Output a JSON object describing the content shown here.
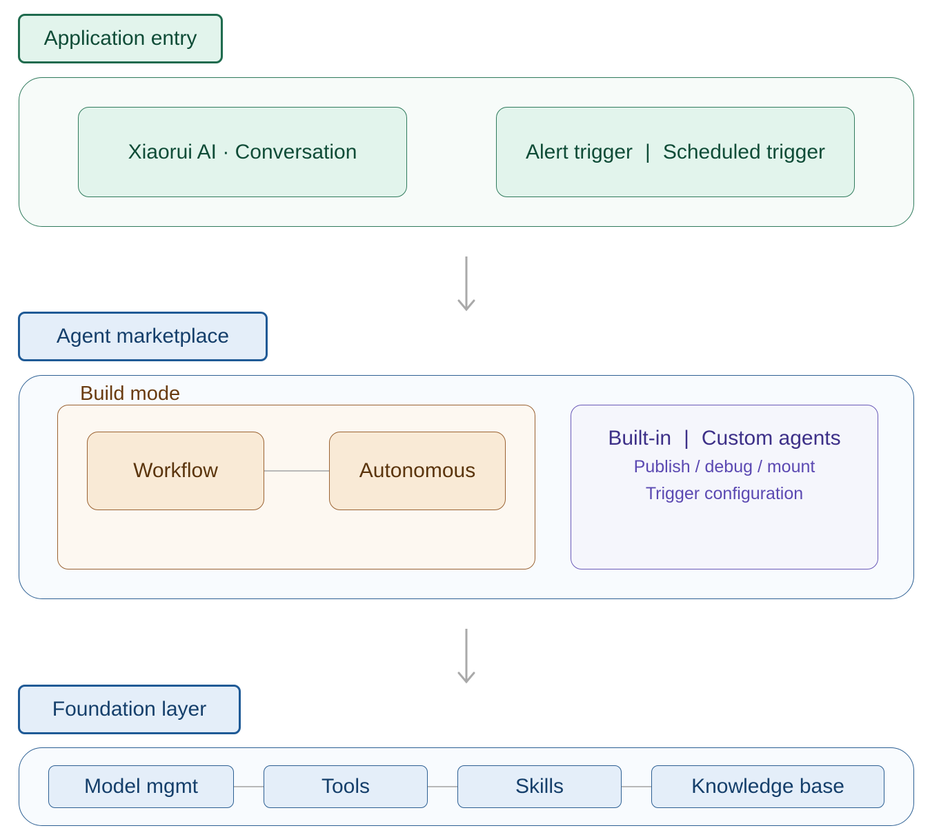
{
  "layers": {
    "application": {
      "label": "Application entry",
      "items": [
        "Xiaorui AI · Conversation"
      ],
      "triggers": {
        "left": "Alert trigger",
        "separator": "|",
        "right": "Scheduled trigger"
      }
    },
    "marketplace": {
      "label": "Agent marketplace",
      "build_mode": {
        "label": "Build mode",
        "items": [
          "Workflow",
          "Autonomous"
        ]
      },
      "agents": {
        "title_left": "Built-in",
        "separator": "|",
        "title_right": "Custom agents",
        "line1": "Publish / debug / mount",
        "line2": "Trigger configuration"
      }
    },
    "foundation": {
      "label": "Foundation layer",
      "items": [
        "Model mgmt",
        "Tools",
        "Skills",
        "Knowledge base"
      ]
    }
  },
  "colors": {
    "application": "#1f6b4e",
    "marketplace": "#1f5a96",
    "build_mode": "#9a6232",
    "agents": "#6a5ab8",
    "connector": "#b8b8b8"
  }
}
